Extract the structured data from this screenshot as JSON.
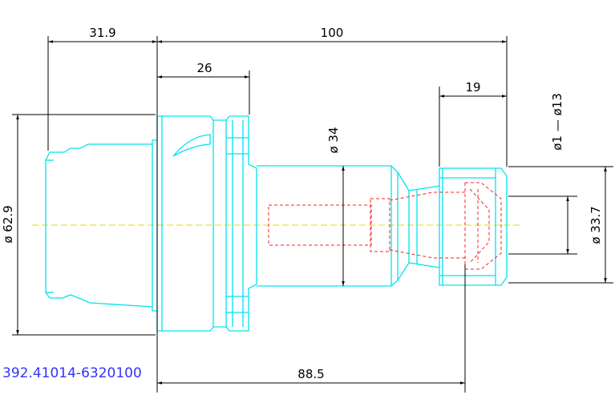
{
  "dimensions": {
    "flange_length": "31.9",
    "total_length": "100",
    "groove_length": "26",
    "nut_length": "19",
    "body_diameter": "ø  34",
    "flange_diameter": "ø  62.9",
    "clamp_range": "ø1  —  ø13",
    "nut_diameter": "ø  33.7",
    "gauge_length": "88.5"
  },
  "part_number": "392.41014-6320100",
  "colors": {
    "outline": "#00e5ee",
    "hidden": "#ff2020",
    "centerline": "#e8d800",
    "dimension": "#000000",
    "part_number": "#3232ff"
  }
}
